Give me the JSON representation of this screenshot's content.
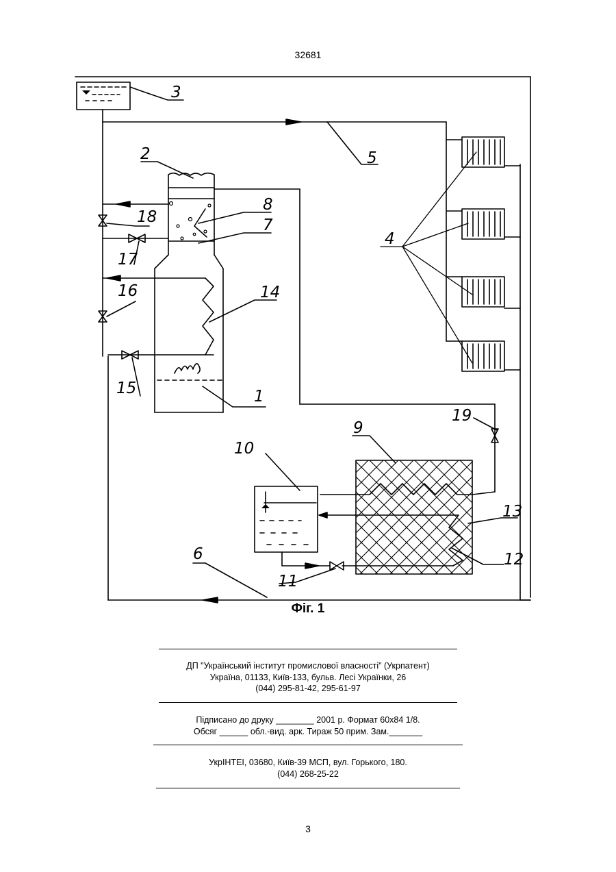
{
  "header": {
    "patent_number": "32681"
  },
  "figure": {
    "caption": "Фіг. 1",
    "labels": [
      "1",
      "2",
      "3",
      "4",
      "5",
      "6",
      "7",
      "8",
      "9",
      "10",
      "11",
      "12",
      "13",
      "14",
      "15",
      "16",
      "17",
      "18",
      "19"
    ]
  },
  "publisher": {
    "line1": "ДП \"Український інститут промислової власності\" (Укрпатент)",
    "line2": "Україна, 01133, Київ-133, бульв. Лесі Українки, 26",
    "line3": "(044) 295-81-42, 295-61-97"
  },
  "print_info": {
    "line1": "Підписано до друку ________ 2001 р.    Формат 60х84 1/8.",
    "line2": "Обсяг ______ обл.-вид. арк.   Тираж 50 прим.    Зам._______"
  },
  "printer": {
    "line1": "УкрІНТЕІ, 03680, Київ-39 МСП, вул. Горького, 180.",
    "line2": "(044) 268-25-22"
  },
  "footer": {
    "page_number": "3"
  }
}
